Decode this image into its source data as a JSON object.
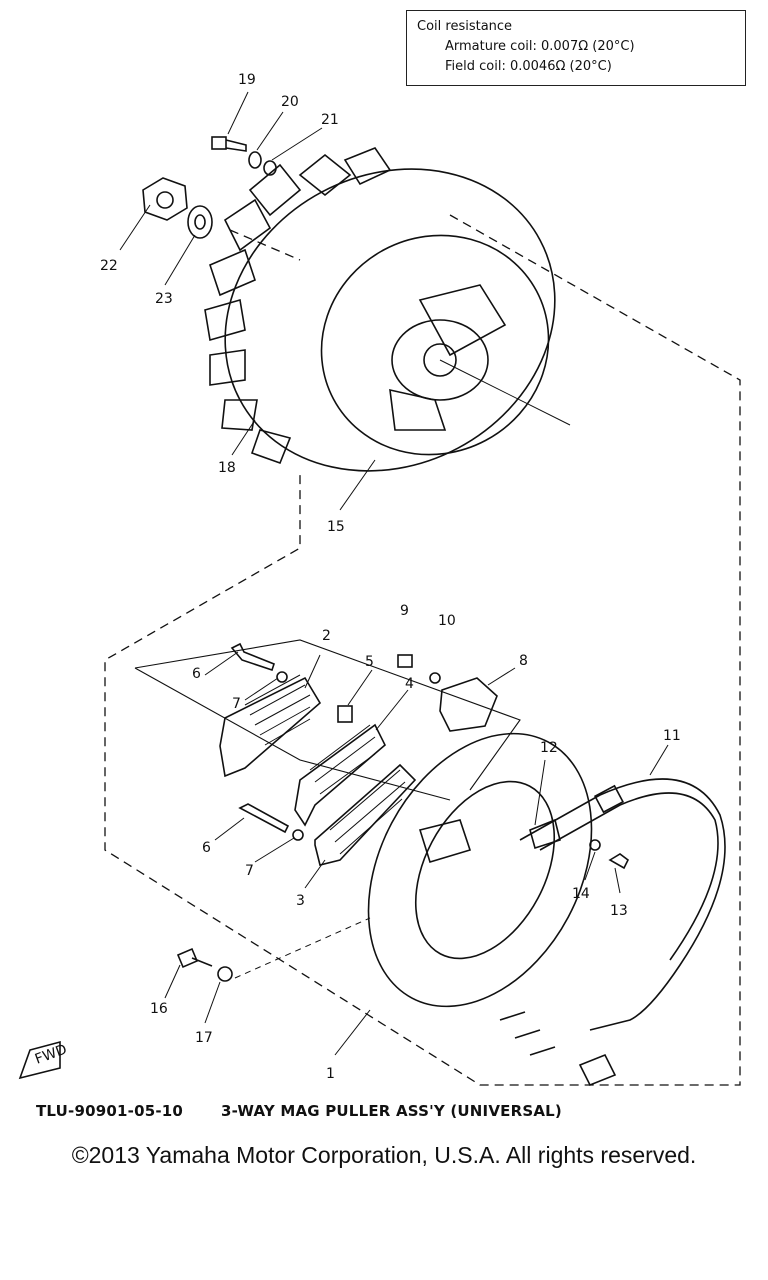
{
  "spec": {
    "title": "Coil resistance",
    "armature": "Armature coil: 0.007Ω (20°C)",
    "field": "Field coil: 0.0046Ω (20°C)"
  },
  "callouts": [
    "1",
    "2",
    "3",
    "4",
    "5",
    "6",
    "6",
    "7",
    "7",
    "8",
    "9",
    "10",
    "11",
    "12",
    "13",
    "14",
    "15",
    "16",
    "17",
    "18",
    "19",
    "20",
    "21",
    "22",
    "23"
  ],
  "fwd_label": "FWD",
  "caption": {
    "tool_number": "TLU-90901-05-10",
    "tool_name": "3-WAY MAG PULLER ASS'Y (UNIVERSAL)"
  },
  "copyright": "©2013 Yamaha Motor Corporation, U.S.A. All rights reserved."
}
